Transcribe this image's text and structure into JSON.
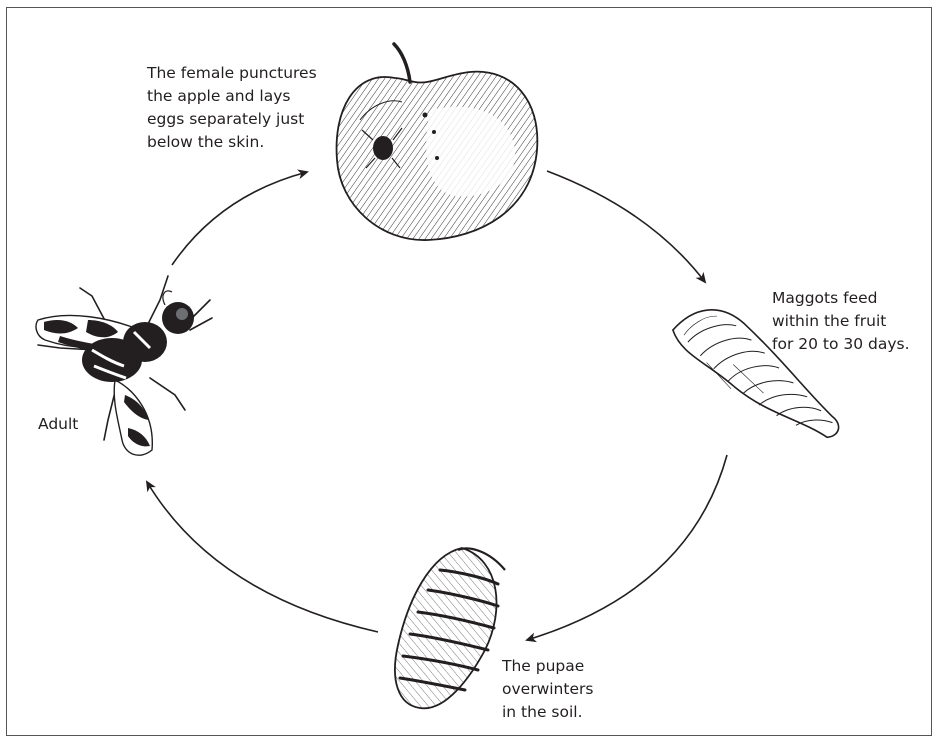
{
  "stages": {
    "egg_laying": {
      "caption": [
        "The female punctures",
        "the apple and lays",
        "eggs separately just",
        "below the skin."
      ],
      "icon": "apple-icon"
    },
    "larva": {
      "caption": [
        "Maggots feed",
        "within the fruit",
        "for 20 to 30 days."
      ],
      "icon": "maggot-icon"
    },
    "pupa": {
      "caption": [
        "The pupae",
        "overwinters",
        "in the soil."
      ],
      "icon": "pupa-icon"
    },
    "adult": {
      "caption": [
        "Adult"
      ],
      "icon": "fruit-fly-icon"
    }
  },
  "cycle_order": [
    "egg_laying",
    "larva",
    "pupa",
    "adult"
  ],
  "colors": {
    "ink": "#231f20",
    "border": "#555555",
    "background": "#ffffff"
  }
}
